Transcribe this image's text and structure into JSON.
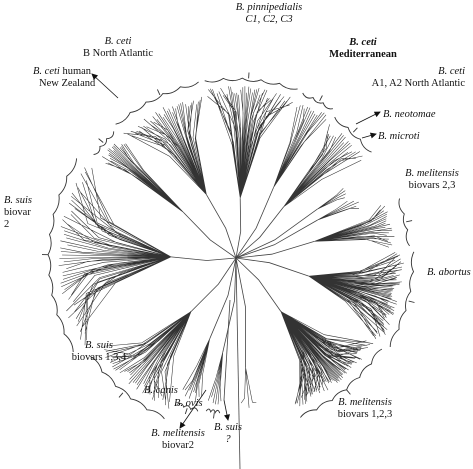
{
  "figure": {
    "clades": [
      {
        "id": "pinnipedialis",
        "line1": "B. pinnipedialis",
        "line2": "C1, C2, C3"
      },
      {
        "id": "ceti-mediterranean",
        "line1": "B. ceti",
        "line2": "Mediterranean"
      },
      {
        "id": "ceti-b-north-atlantic",
        "line1": "B. ceti",
        "line2": "B North Atlantic"
      },
      {
        "id": "ceti-a1a2",
        "line1": "B. ceti",
        "line2": "A1, A2  North Atlantic"
      },
      {
        "id": "ceti-human-nz",
        "line1a": "B. ceti",
        "line1b": " human",
        "line2": "New Zealand"
      },
      {
        "id": "neotomae",
        "line1": "B. neotomae"
      },
      {
        "id": "microti",
        "line1": "B. microti"
      },
      {
        "id": "melitensis-23",
        "line1": "B. melitensis",
        "line2": "biovars 2,3"
      },
      {
        "id": "suis-biovar2",
        "line1": "B. suis",
        "line2": "biovar",
        "line3": "2"
      },
      {
        "id": "abortus",
        "line1": "B. abortus"
      },
      {
        "id": "suis-134",
        "line1": "B. suis",
        "line2": "biovars 1,3,4"
      },
      {
        "id": "canis",
        "line1": "B. canis"
      },
      {
        "id": "ovis",
        "line1": "B. ovis"
      },
      {
        "id": "melitensis-biovar2",
        "line1": "B. melitensis",
        "line2": "biovar2"
      },
      {
        "id": "suis-unknown",
        "line1": "B. suis",
        "line2": "?"
      },
      {
        "id": "melitensis-123",
        "line1": "B. melitensis",
        "line2": "biovars 1,2,3"
      }
    ]
  }
}
